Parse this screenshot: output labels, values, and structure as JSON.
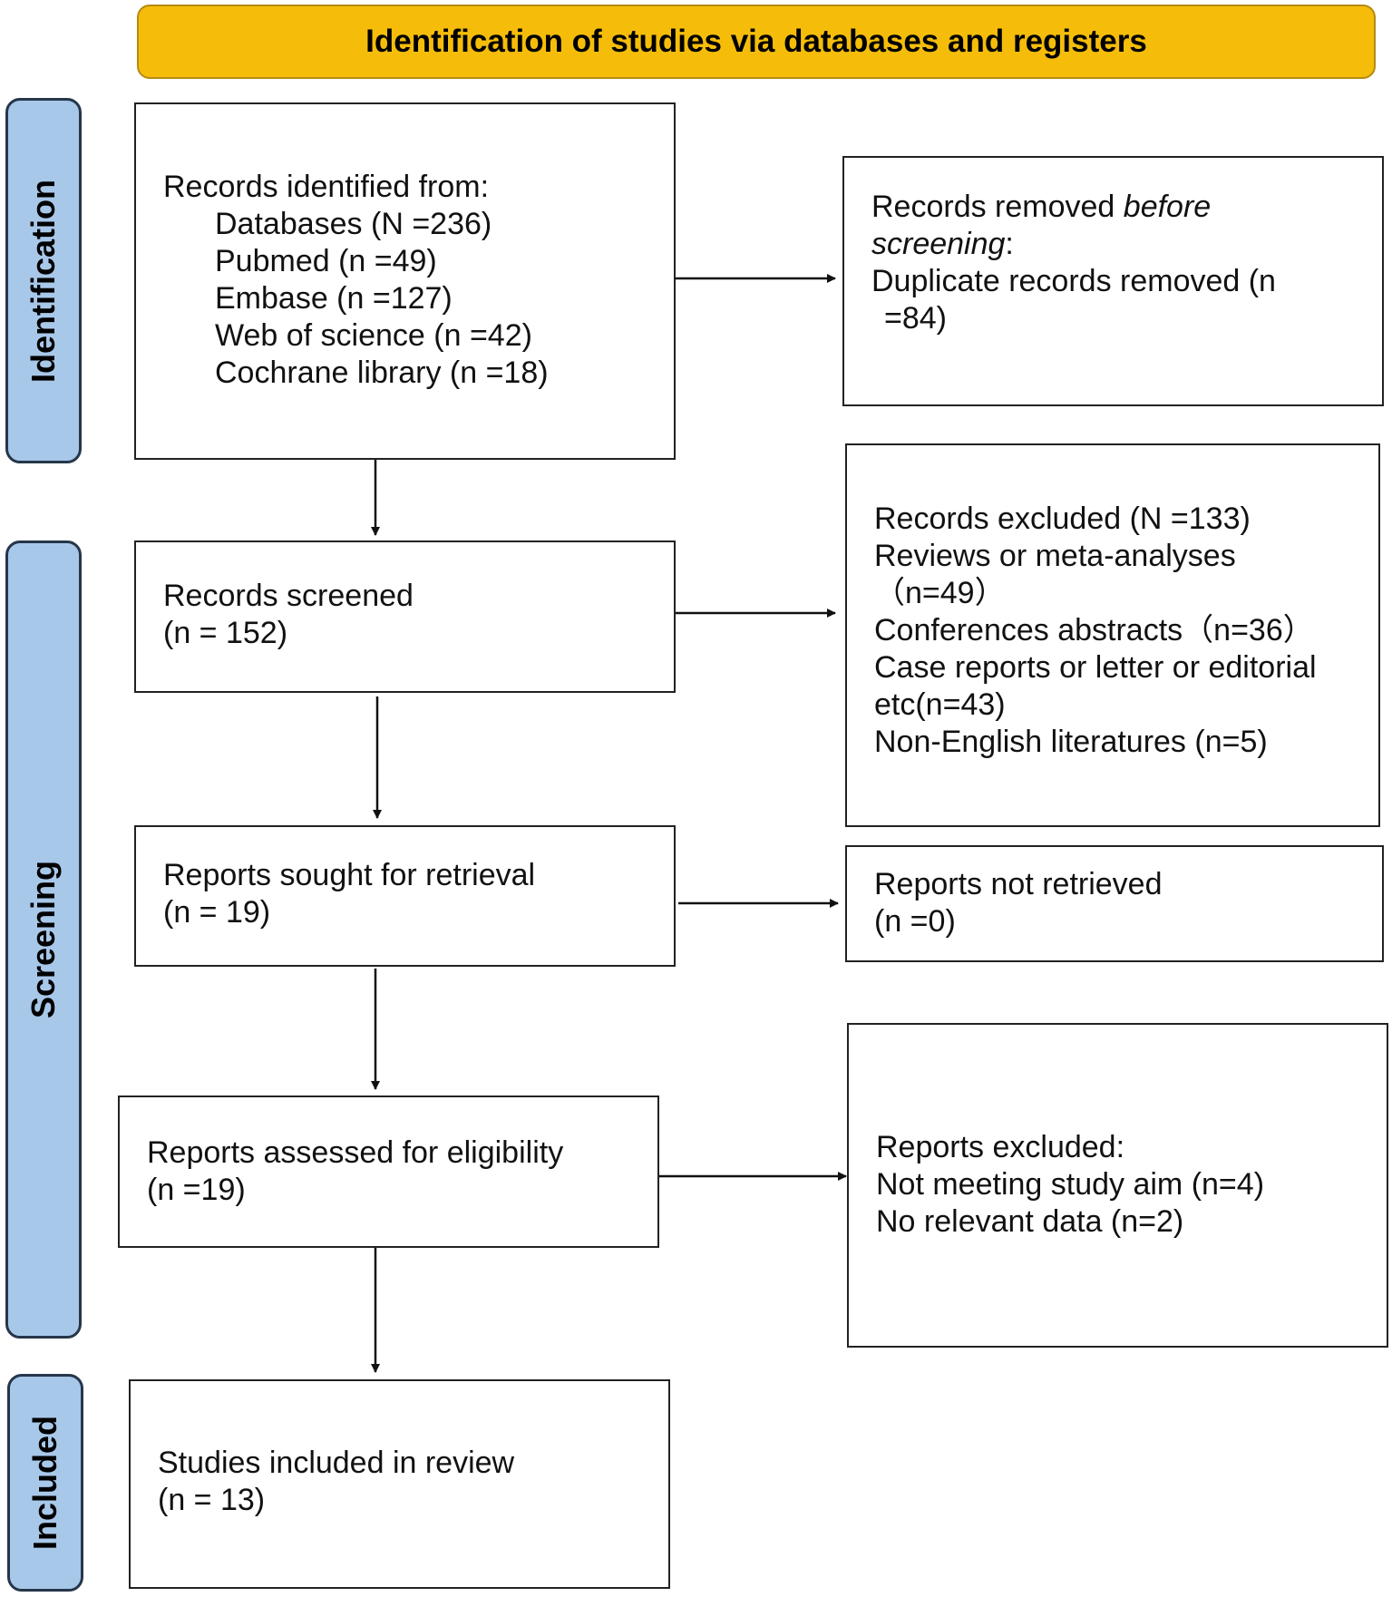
{
  "header": {
    "title": "Identification of studies via databases and registers"
  },
  "phases": {
    "identification": "Identification",
    "screening": "Screening",
    "included": "Included"
  },
  "boxes": {
    "identified": {
      "title": "Records identified from:",
      "items": [
        "Databases (N =236)",
        "Pubmed (n =49)",
        "Embase (n =127)",
        "Web of science (n =42)",
        "Cochrane library (n =18)"
      ]
    },
    "removed": {
      "line1_prefix": "Records removed ",
      "line1_italic": "before",
      "line2_italic": "screening",
      "line2_suffix": ":",
      "line3": "Duplicate records removed (n",
      "line4": "=84)"
    },
    "screened": {
      "line1": "Records screened",
      "line2": "(n = 152)"
    },
    "excluded": {
      "lines": [
        "Records excluded (N =133)",
        "Reviews or meta-analyses",
        "（n=49）",
        "Conferences abstracts（n=36）",
        "Case reports or letter or editorial",
        "etc(n=43)",
        "Non-English literatures (n=5)"
      ]
    },
    "sought": {
      "line1": "Reports sought for retrieval",
      "line2": "(n = 19)"
    },
    "not_retrieved": {
      "line1": "Reports not retrieved",
      "line2": "(n =0)"
    },
    "assessed": {
      "line1": "Reports assessed for eligibility",
      "line2": "(n =19)"
    },
    "reports_excluded": {
      "lines": [
        "Reports excluded:",
        "Not meeting study aim (n=4)",
        "No relevant data (n=2)"
      ]
    },
    "included": {
      "line1": "Studies included in review",
      "line2": "(n = 13)"
    }
  }
}
